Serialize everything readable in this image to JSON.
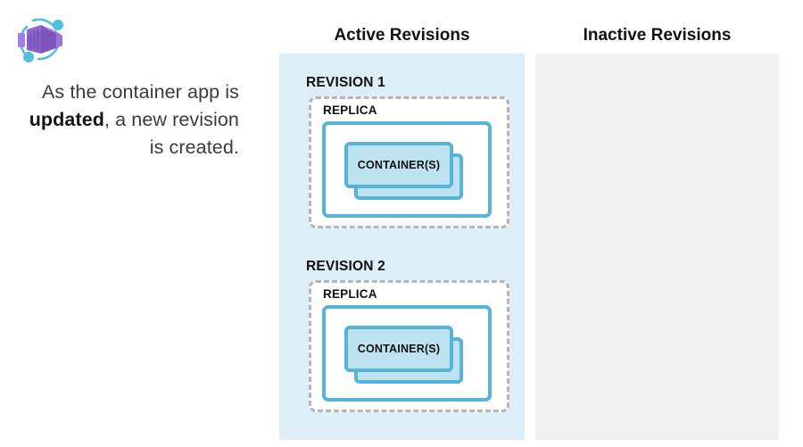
{
  "caption": {
    "before": "As the container app is ",
    "emphasis": "updated",
    "after": ", a new revision is created."
  },
  "logo": {
    "name": "azure-container-apps-logo",
    "box_color": "#8661c5",
    "box_color_light": "#a37fe0",
    "box_color_dark": "#6f4bb2",
    "orbit_color": "#50c0dd"
  },
  "panels": {
    "active": {
      "heading": "Active Revisions",
      "background": "#ddeef7",
      "revisions": [
        {
          "title": "REVISION 1",
          "replica_label": "REPLICA",
          "container_label": "CONTAINER(S)"
        },
        {
          "title": "REVISION 2",
          "replica_label": "REPLICA",
          "container_label": "CONTAINER(S)"
        }
      ]
    },
    "inactive": {
      "heading": "Inactive Revisions",
      "background": "#f0f0f0",
      "revisions": []
    }
  },
  "colors": {
    "container_fill": "#bee3f0",
    "container_stroke": "#57b4d6",
    "replica_dash": "#b6b6b6",
    "text": "#1a1a1a"
  }
}
